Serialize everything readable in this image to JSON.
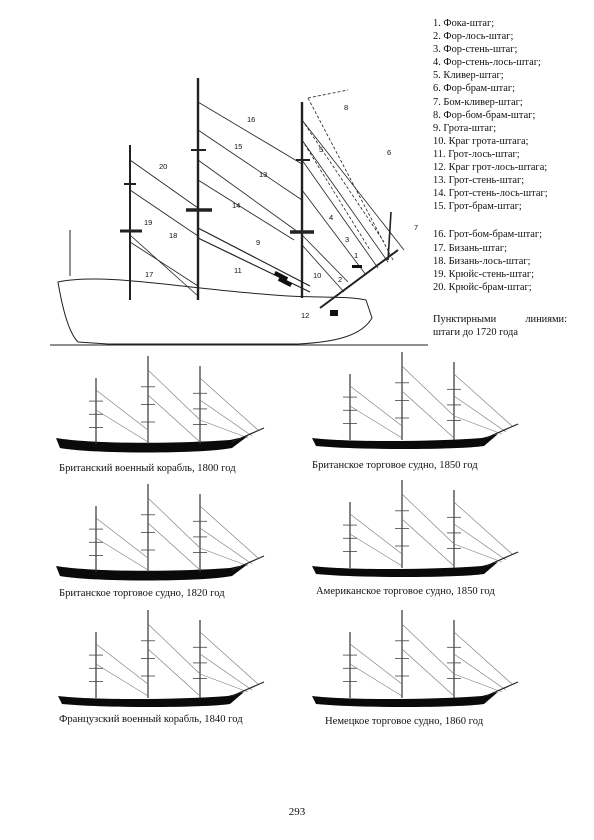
{
  "legend_items": [
    "1. Фока-штаг;",
    "2. Фор-лось-штаг;",
    "3. Фор-стень-штаг;",
    "4. Фор-стень-лось-штаг;",
    "5. Кливер-штаг;",
    "6. Фор-брам-штаг;",
    "7. Бом-кливер-штаг;",
    "8. Фор-бом-брам-штаг;",
    "9. Грота-штаг;",
    "10. Краг грота-штага;",
    "11. Грот-лось-штаг;",
    "12. Краг грот-лось-штага;",
    "13. Грот-стень-штаг;",
    "14. Грот-стень-лось-штаг;",
    "15. Грот-брам-штаг;",
    "16. Грот-бом-брам-штаг;",
    "17. Бизань-штаг;",
    "18. Бизань-лось-штаг;",
    "19. Крюйс-стень-штаг;",
    "20. Крюйс-брам-штаг;"
  ],
  "note": "Пунктирными линиями: штаги до 1720 года",
  "diagram_labels": [
    "1",
    "2",
    "3",
    "4",
    "5",
    "6",
    "7",
    "8",
    "9",
    "10",
    "11",
    "12",
    "13",
    "14",
    "15",
    "16",
    "17",
    "18",
    "19",
    "20"
  ],
  "ships": [
    {
      "caption": "Британский военный корабль, 1800 год",
      "hull": "war"
    },
    {
      "caption": "Британское торговое судно, 1850 год",
      "hull": "merchant"
    },
    {
      "caption": "Британское торговое судно, 1820 год",
      "hull": "war"
    },
    {
      "caption": "Американское торговое судно, 1850 год",
      "hull": "merchant"
    },
    {
      "caption": "Французский военный корабль, 1840 год",
      "hull": "merchant"
    },
    {
      "caption": "Немецкое торговое судно, 1860 год",
      "hull": "merchant"
    }
  ],
  "page_number": "293"
}
